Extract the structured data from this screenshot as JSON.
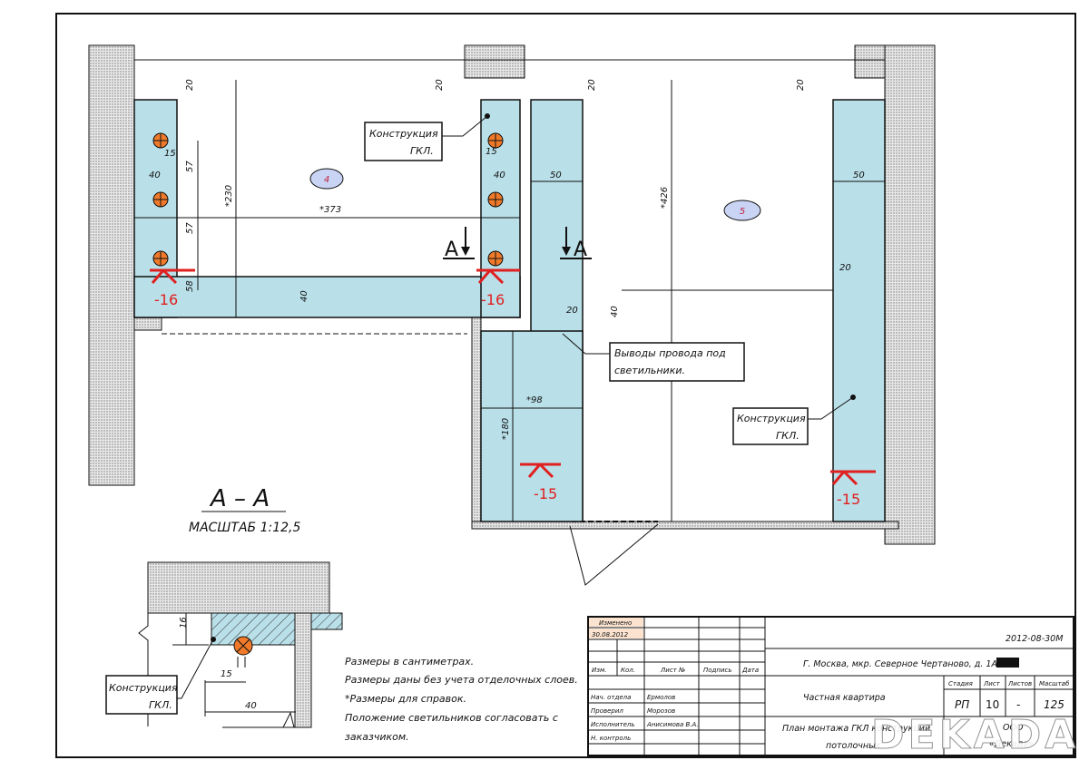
{
  "drawing": {
    "rooms": [
      "4",
      "5"
    ],
    "callouts": {
      "gkl_top": [
        "Конструкция",
        "ГКЛ."
      ],
      "gkl_right": [
        "Конструкция",
        "ГКЛ."
      ],
      "gkl_detail": [
        "Конструкция",
        "ГКЛ."
      ],
      "wires": [
        "Выводы провода под",
        "светильники."
      ]
    },
    "section_marks": [
      "А",
      "А"
    ],
    "level_marks": [
      "-16",
      "-16",
      "-15",
      "-15"
    ],
    "dims": [
      "20",
      "20",
      "20",
      "20",
      "15",
      "40",
      "57",
      "57",
      "58",
      "*230",
      "*373",
      "40",
      "15",
      "40",
      "50",
      "*426",
      "50",
      "20",
      "20",
      "40",
      "*98",
      "*180"
    ],
    "section_title": "А – А",
    "section_scale": "МАСШТАБ 1:12,5",
    "detail_dims": [
      "16",
      "15",
      "40"
    ],
    "notes": [
      "Размеры в сантиметрах.",
      "Размеры даны без учета отделочных слоев.",
      "*Размеры для справок.",
      "Положение светильников согласовать с",
      "заказчиком."
    ]
  },
  "title_block": {
    "changed": "Изменено",
    "changed_date": "30.08.2012",
    "headers": [
      "Изм.",
      "Кол.",
      "Лист №",
      "Подпись",
      "Дата"
    ],
    "roles": [
      "Нач. отдела",
      "Проверил",
      "Исполнитель",
      "Н. контроль"
    ],
    "names": [
      "Ермолов",
      "Морозов",
      "Анисимова В.А.",
      ""
    ],
    "code": "2012-08-30М",
    "address": "Г. Москва, мкр. Северное Чертаново, д. 1А, кв.",
    "object": "Частная квартира",
    "stage_headers": [
      "Стадия",
      "Лист",
      "Листов",
      "Масштаб"
    ],
    "stage_values": [
      "РП",
      "10",
      "-",
      "125"
    ],
    "sheet_title": [
      "План монтажа ГКЛ конструкций",
      "потолочных"
    ],
    "org": [
      "ООО",
      "«Декада»"
    ],
    "watermark": "DEKADA"
  },
  "colors": {
    "panel": "#b9dfe8",
    "level": "#e02020",
    "lamp": "#f07a2a",
    "room_badge": "#c9d4f5"
  }
}
